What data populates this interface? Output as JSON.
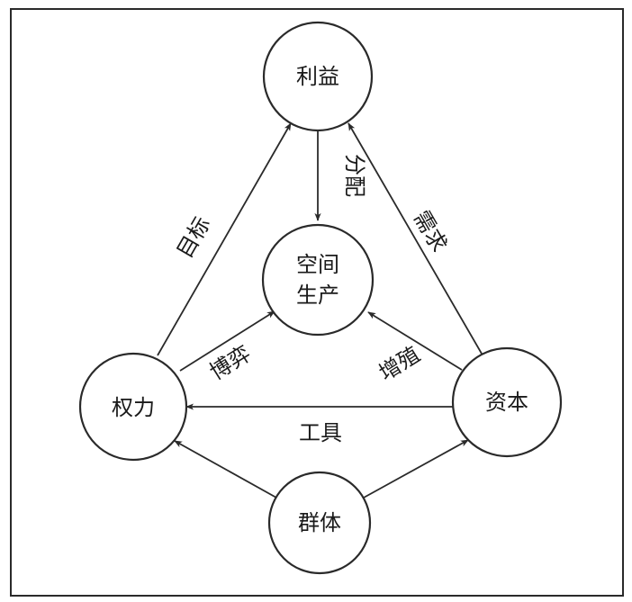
{
  "nodes": {
    "interest": "利益",
    "space_line1": "空间",
    "space_line2": "生产",
    "power": "权力",
    "capital": "资本",
    "group": "群体"
  },
  "edges": {
    "distribution": "分配",
    "goal": "目标",
    "demand": "需求",
    "game": "博弈",
    "proliferation": "增殖",
    "tool": "工具"
  }
}
